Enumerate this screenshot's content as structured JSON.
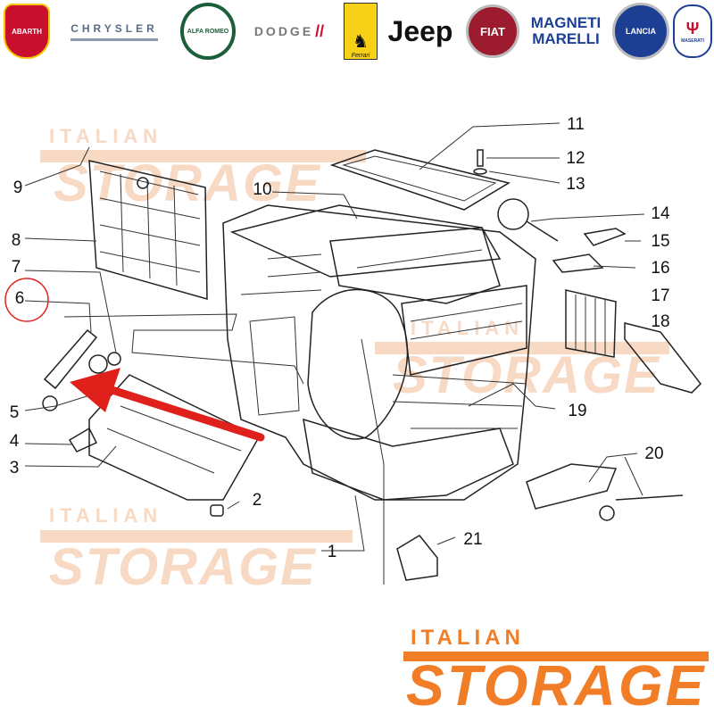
{
  "brands": [
    {
      "id": "abarth",
      "label": "ABARTH",
      "color": "#c8102e"
    },
    {
      "id": "chrysler",
      "label": "CHRYSLER",
      "color": "#5a6b86"
    },
    {
      "id": "alfa-romeo",
      "label": "ALFA ROMEO",
      "color": "#1b5e3a"
    },
    {
      "id": "dodge",
      "label": "DODGE",
      "color": "#c8102e"
    },
    {
      "id": "ferrari",
      "label": "Ferrari",
      "color": "#f7d117"
    },
    {
      "id": "jeep",
      "label": "Jeep",
      "color": "#111111"
    },
    {
      "id": "fiat",
      "label": "FIAT",
      "color": "#9c1b2e"
    },
    {
      "id": "magneti-marelli",
      "label": "MAGNETI MARELLI",
      "color": "#1c3f94"
    },
    {
      "id": "lancia",
      "label": "LANCIA",
      "color": "#1c3f94"
    },
    {
      "id": "maserati",
      "label": "MASERATI",
      "color": "#1c3f94"
    }
  ],
  "watermark": {
    "line1": "ITALIAN",
    "line2": "STORAGE",
    "color": "#f27d27",
    "faded": "#f7d9c4"
  },
  "callouts": [
    "1",
    "2",
    "3",
    "4",
    "5",
    "6",
    "7",
    "8",
    "9",
    "10",
    "11",
    "12",
    "13",
    "14",
    "15",
    "16",
    "17",
    "18",
    "19",
    "20",
    "21"
  ],
  "highlight": {
    "part": "6",
    "color": "#e0201b"
  }
}
